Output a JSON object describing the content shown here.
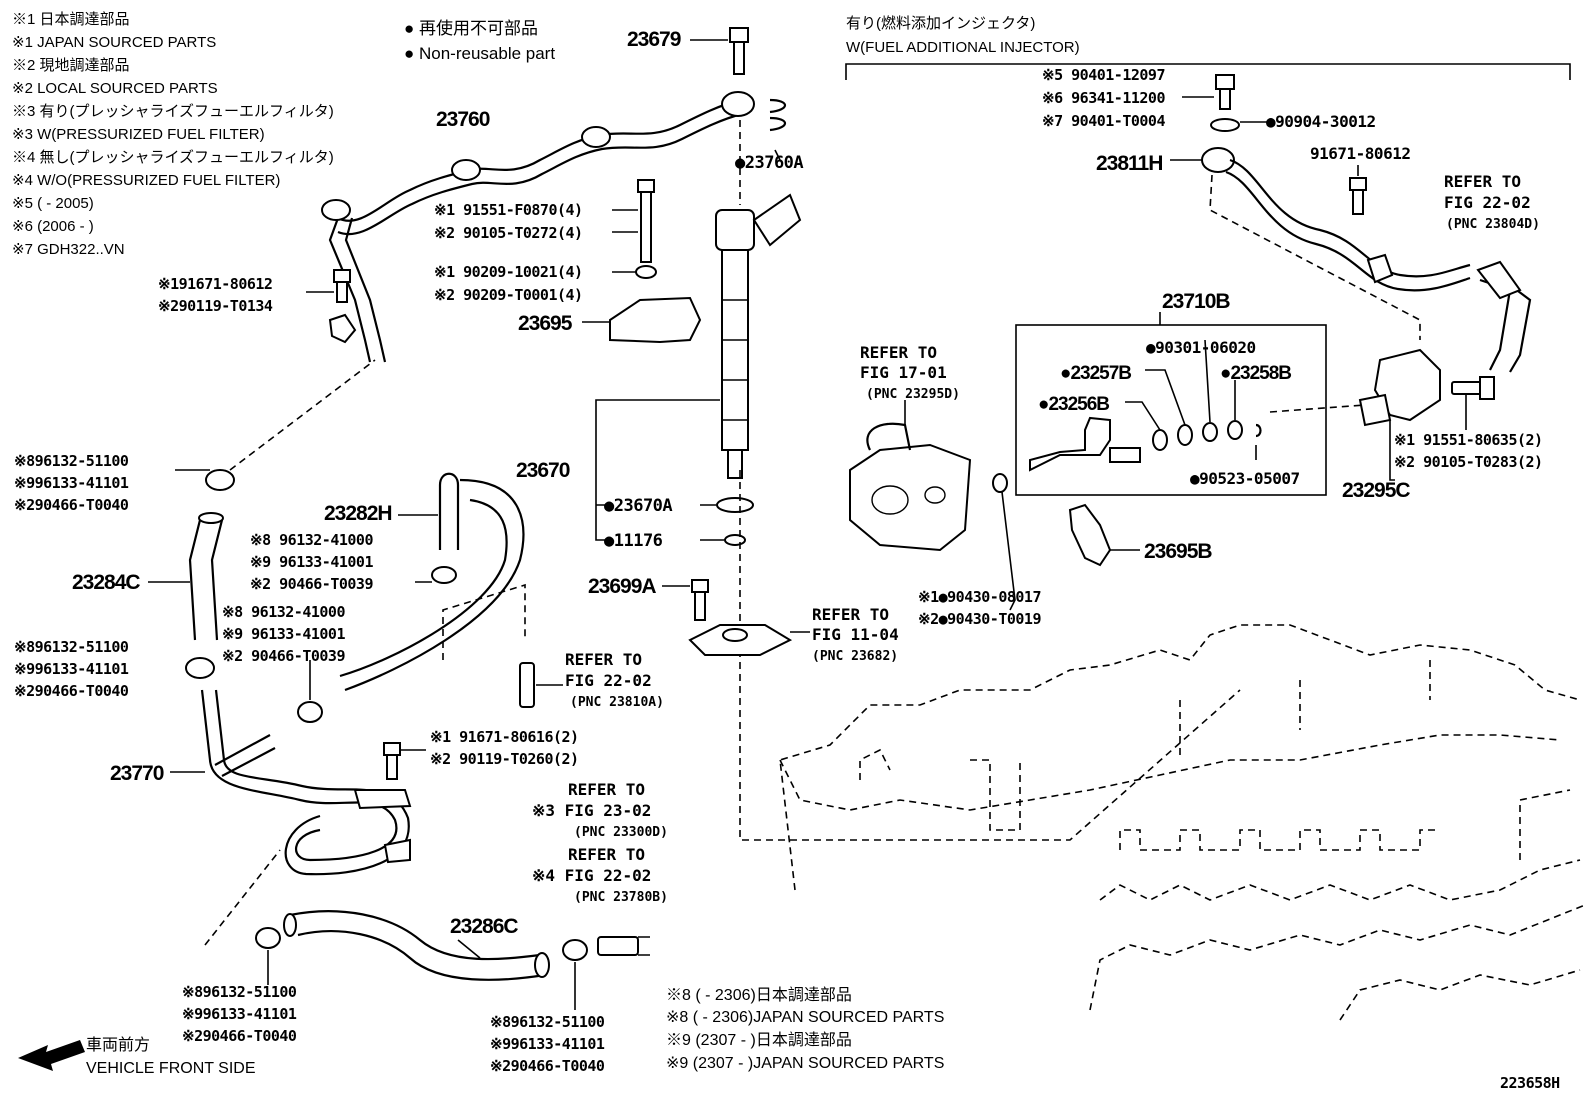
{
  "legend": [
    "※1 日本調達部品",
    "※1 JAPAN SOURCED PARTS",
    "※2 現地調達部品",
    "※2 LOCAL SOURCED PARTS",
    "※3 有り(プレッシャライズフューエルフィルタ)",
    "※3 W(PRESSURIZED FUEL FILTER)",
    "※4 無し(プレッシャライズフューエルフィルタ)",
    "※4 W/O(PRESSURIZED FUEL FILTER)",
    "※5 (       - 2005)",
    "※6 (2006  -       )",
    "※7 GDH322..VN"
  ],
  "non_reusable": {
    "ja": "● 再使用不可部品",
    "en": "● Non-reusable part"
  },
  "injector_option": {
    "ja": "有り(燃料添加インジェクタ)",
    "en": "W(FUEL ADDITIONAL INJECTOR)"
  },
  "labels": {
    "p23679": "23679",
    "p23760": "23760",
    "p23760A": "●23760A",
    "p91551a": "※1 91551-F0870(4)",
    "p90105a": "※2 90105-T0272(4)",
    "p90209a": "※1 90209-10021(4)",
    "p90209b": "※2 90209-T0001(4)",
    "p23695": "23695",
    "p91671a": "※191671-80612",
    "p90119a": "※290119-T0134",
    "c1a": "※896132-51100",
    "c1b": "※996133-41101",
    "c1c": "※290466-T0040",
    "p23284C": "23284C",
    "p23282H": "23282H",
    "c2a": "※8 96132-41000",
    "c2b": "※9 96133-41001",
    "c2c": "※2 90466-T0039",
    "c3a": "※8 96132-41000",
    "c3b": "※9 96133-41001",
    "c3c": "※2 90466-T0039",
    "c4a": "※896132-51100",
    "c4b": "※996133-41101",
    "c4c": "※290466-T0040",
    "p23670": "23670",
    "p23670A": "●23670A",
    "p11176": "●11176",
    "p23699A": "23699A",
    "p23770": "23770",
    "p91671b": "※1 91671-80616(2)",
    "p90119b": "※2 90119-T0260(2)",
    "ref_22_02a": [
      "REFER TO",
      "FIG 22-02",
      "(PNC 23810A)"
    ],
    "ref_11_04": [
      "REFER TO",
      "FIG 11-04",
      "(PNC 23682)"
    ],
    "ref_23_02": [
      "REFER TO",
      "※3 FIG 23-02",
      "(PNC 23300D)"
    ],
    "ref_22_02b": [
      "REFER TO",
      "※4 FIG 22-02",
      "(PNC 23780B)"
    ],
    "p23286C": "23286C",
    "c5a": "※896132-51100",
    "c5b": "※996133-41101",
    "c5c": "※290466-T0040",
    "c6a": "※896132-51100",
    "c6b": "※996133-41101",
    "c6c": "※290466-T0040",
    "p90401a": "※5 90401-12097",
    "p96341": "※6 96341-11200",
    "p90401b": "※7 90401-T0004",
    "p90904": "●90904-30012",
    "p23811H": "23811H",
    "p91671c": "91671-80612",
    "ref_22_02c": [
      "REFER TO",
      "FIG 22-02",
      "(PNC 23804D)"
    ],
    "p23710B": "23710B",
    "p90301": "●90301-06020",
    "p23257B": "●23257B",
    "p23258B": "●23258B",
    "p23256B": "●23256B",
    "p90523": "●90523-05007",
    "ref_17_01": [
      "REFER TO",
      "FIG 17-01",
      "(PNC 23295D)"
    ],
    "p91551b": "※1 91551-80635(2)",
    "p90105b": "※2 90105-T0283(2)",
    "p23295C": "23295C",
    "p23695B": "23695B",
    "p90430a": "※1●90430-08017",
    "p90430b": "※2●90430-T0019"
  },
  "footnotes": [
    "※8 (       - 2306)日本調達部品",
    "※8 (       - 2306)JAPAN SOURCED PARTS",
    "※9 (2307  -       )日本調達部品",
    "※9 (2307  -       )JAPAN SOURCED PARTS"
  ],
  "direction": {
    "ja": "車両前方",
    "en": "VEHICLE FRONT SIDE"
  },
  "figure_id": "223658H"
}
